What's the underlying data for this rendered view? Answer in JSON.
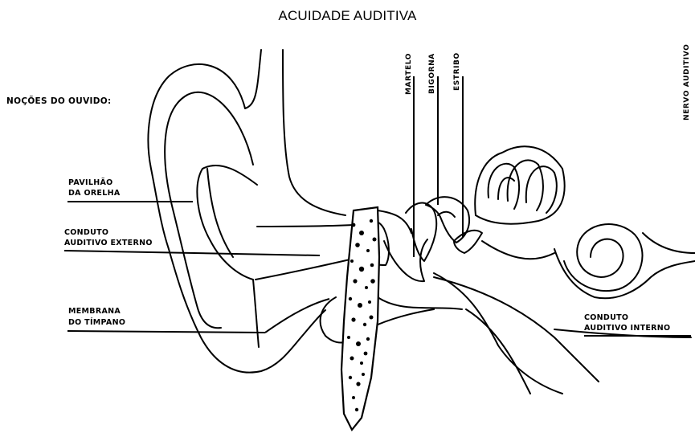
{
  "title": "ACUIDADE AUDITIVA",
  "heading": "NOÇÕES DO OUVIDO:",
  "labels": {
    "pavilhao_line1": "PAVILHÃO",
    "pavilhao_line2": "DA ORELHA",
    "conduto_externo_line1": "CONDUTO",
    "conduto_externo_line2": "AUDITIVO EXTERNO",
    "membrana_line1": "MEMBRANA",
    "membrana_line2": "DO TÍMPANO",
    "martelo": "MARTELO",
    "bigorna": "BIGORNA",
    "estribo": "ESTRIBO",
    "nervo": "NERVO AUDITIVO",
    "conduto_interno_line1": "CONDUTO",
    "conduto_interno_line2": "AUDITIVO INTERNO"
  }
}
